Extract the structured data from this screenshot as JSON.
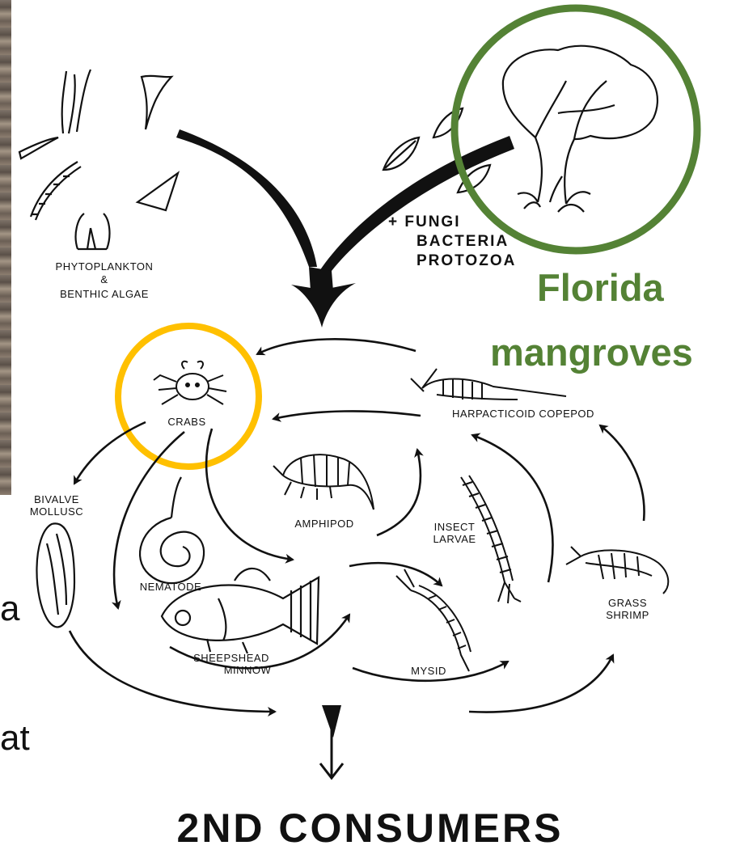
{
  "labels": {
    "phytoplankton": "PHYTOPLANKTON",
    "ampersand": "&",
    "benthic_algae": "BENTHIC ALGAE",
    "fungi": "+ FUNGI",
    "bacteria": "BACTERIA",
    "protozoa": "PROTOZOA",
    "crabs": "CRABS",
    "bivalve": "BIVALVE",
    "mollusc": "MOLLUSC",
    "nematode": "NEMATODE",
    "amphipod": "AMPHIPOD",
    "harpacticoid_copepod": "HARPACTICOID COPEPOD",
    "insect": "INSECT",
    "larvae": "LARVAE",
    "grass": "GRASS",
    "shrimp": "SHRIMP",
    "sheepshead": "SHEEPSHEAD",
    "minnow": "MINNOW",
    "mysid": "MYSID"
  },
  "annotations": {
    "florida": "Florida",
    "mangroves": "mangroves"
  },
  "title": "2ND CONSUMERS",
  "side_fragments": [
    "a",
    "at"
  ],
  "colors": {
    "mangrove_circle": "#548235",
    "crab_circle": "#FFC000",
    "ink": "#111111"
  }
}
